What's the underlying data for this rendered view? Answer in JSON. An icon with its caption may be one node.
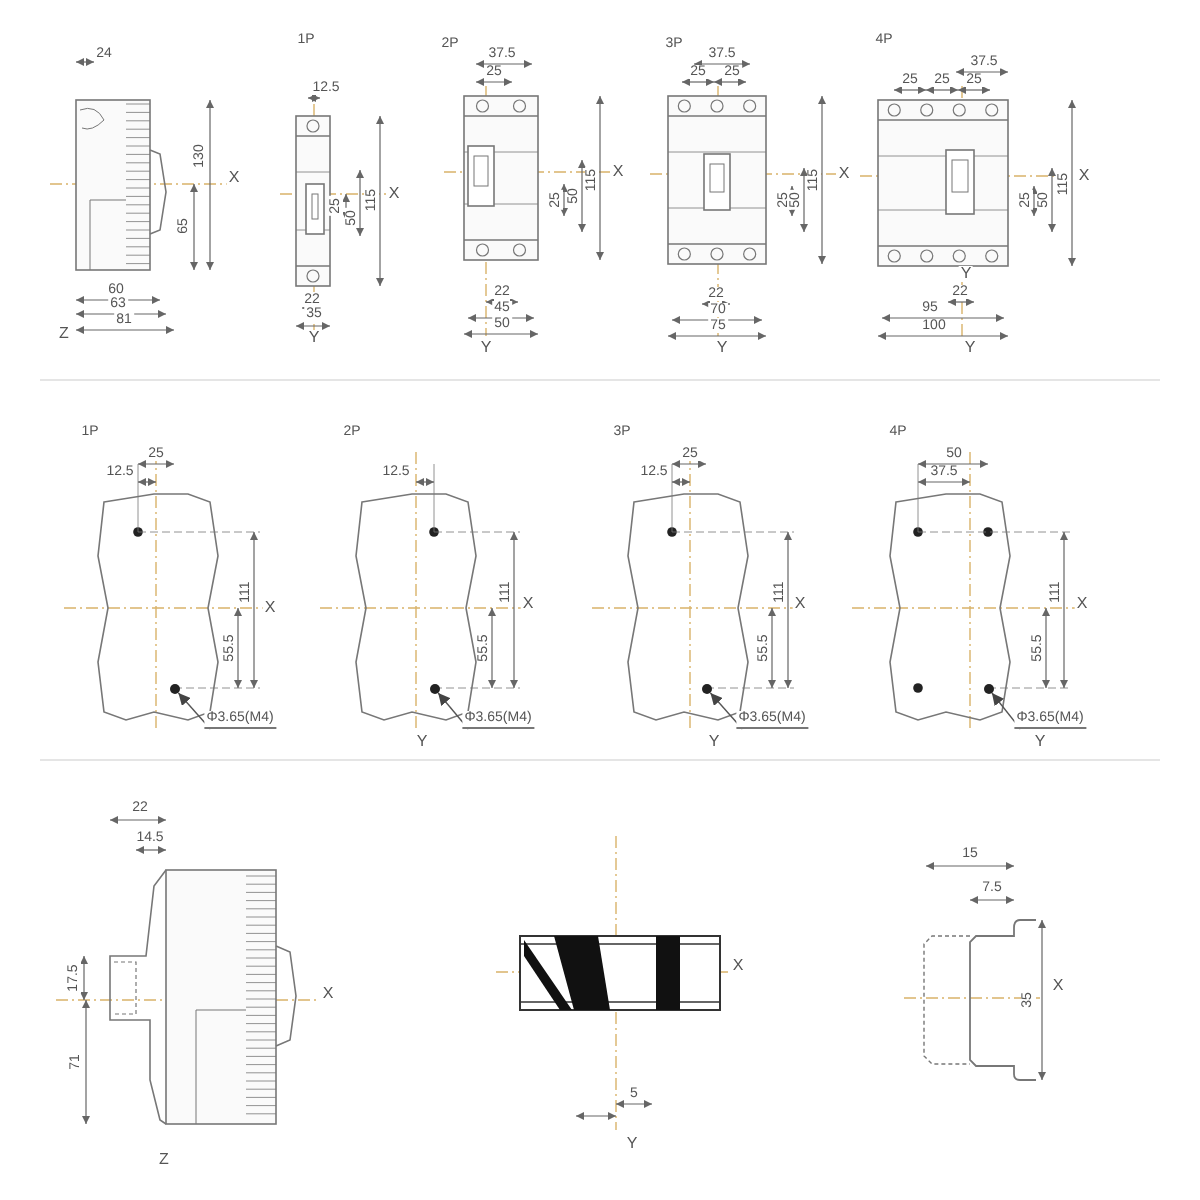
{
  "diagram": {
    "nodes": [
      {
        "text": [],
        "shape": "circle"
      },
      {
        "text": [
          "Φ3.65(M4)"
        ]
      },
      {
        "text": [],
        "shape": "circle"
      },
      {
        "text": [
          "Φ3.65(M4)"
        ]
      },
      {
        "text": [],
        "shape": "circle"
      },
      {
        "text": [
          "Φ3.65(M4)"
        ]
      },
      {
        "text": [],
        "shape": "circle"
      },
      {
        "text": [
          "Φ3.65(M4)"
        ]
      }
    ],
    "edges": [
      {
        "from": 1,
        "to": 0,
        "arrow": "to"
      },
      {
        "from": 3,
        "to": 2,
        "arrow": "to"
      },
      {
        "from": 5,
        "to": 4,
        "arrow": "to"
      },
      {
        "from": 7,
        "to": 6,
        "arrow": "to"
      }
    ],
    "labels": [
      "24",
      "130",
      "X",
      "65",
      "60",
      "63",
      "81",
      "Z",
      "1P",
      "12.5",
      "X",
      "25",
      "50",
      "115",
      "22",
      "35",
      "Y",
      "2P",
      "37.5",
      "25",
      "X",
      "25",
      "50",
      "115",
      "22",
      "45",
      "50",
      "Y",
      "3P",
      "37.5",
      "25",
      "25",
      "25",
      "50",
      "115",
      "X",
      "22",
      "70",
      "75",
      "Y",
      "4P",
      "37.5",
      "25",
      "25",
      "25",
      "X",
      "25",
      "50",
      "115",
      "Y",
      "22",
      "95",
      "100",
      "Y",
      "1P",
      "25",
      "12.5",
      "111",
      "X",
      "55.5",
      "2P",
      "12.5",
      "111",
      "X",
      "55.5",
      "Y",
      "3P",
      "25",
      "12.5",
      "111",
      "X",
      "55.5",
      "Y",
      "4P",
      "50",
      "37.5",
      "111",
      "X",
      "55.5",
      "Y",
      "22",
      "14.5",
      "17.5",
      "X",
      "71",
      "Z",
      "X",
      "5",
      "Y",
      "15",
      "7.5",
      "X",
      "35"
    ]
  }
}
